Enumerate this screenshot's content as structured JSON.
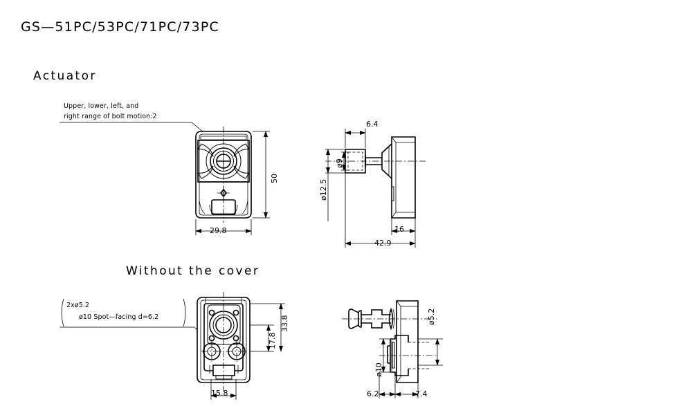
{
  "drawing": {
    "title": "GS—51PC/53PC/71PC/73PC",
    "section_actuator": "Actuator",
    "section_without_cover": "Without the cover"
  },
  "notes": {
    "bolt_motion_line1": "Upper, lower, left, and",
    "bolt_motion_line2": "right range of bolt motion:2",
    "spot_facing_line1": "2xø5.2",
    "spot_facing_line2": "ø10 Spot—facing d=6.2"
  },
  "dimensions": {
    "front_height": "50",
    "front_width": "29.8",
    "side_top": "6.4",
    "side_bore_small": "ø9",
    "side_bore_large": "ø12.5",
    "side_block_width": "16",
    "side_total": "42.9",
    "cover_height_total": "33.8",
    "cover_height_inner": "17.8",
    "cover_width": "15.8",
    "cover_side_bore": "ø5.2",
    "cover_side_hole": "ø10",
    "cover_side_left": "6.2",
    "cover_side_right": "7.4"
  },
  "colors": {
    "line": "#000000",
    "background": "#ffffff"
  }
}
